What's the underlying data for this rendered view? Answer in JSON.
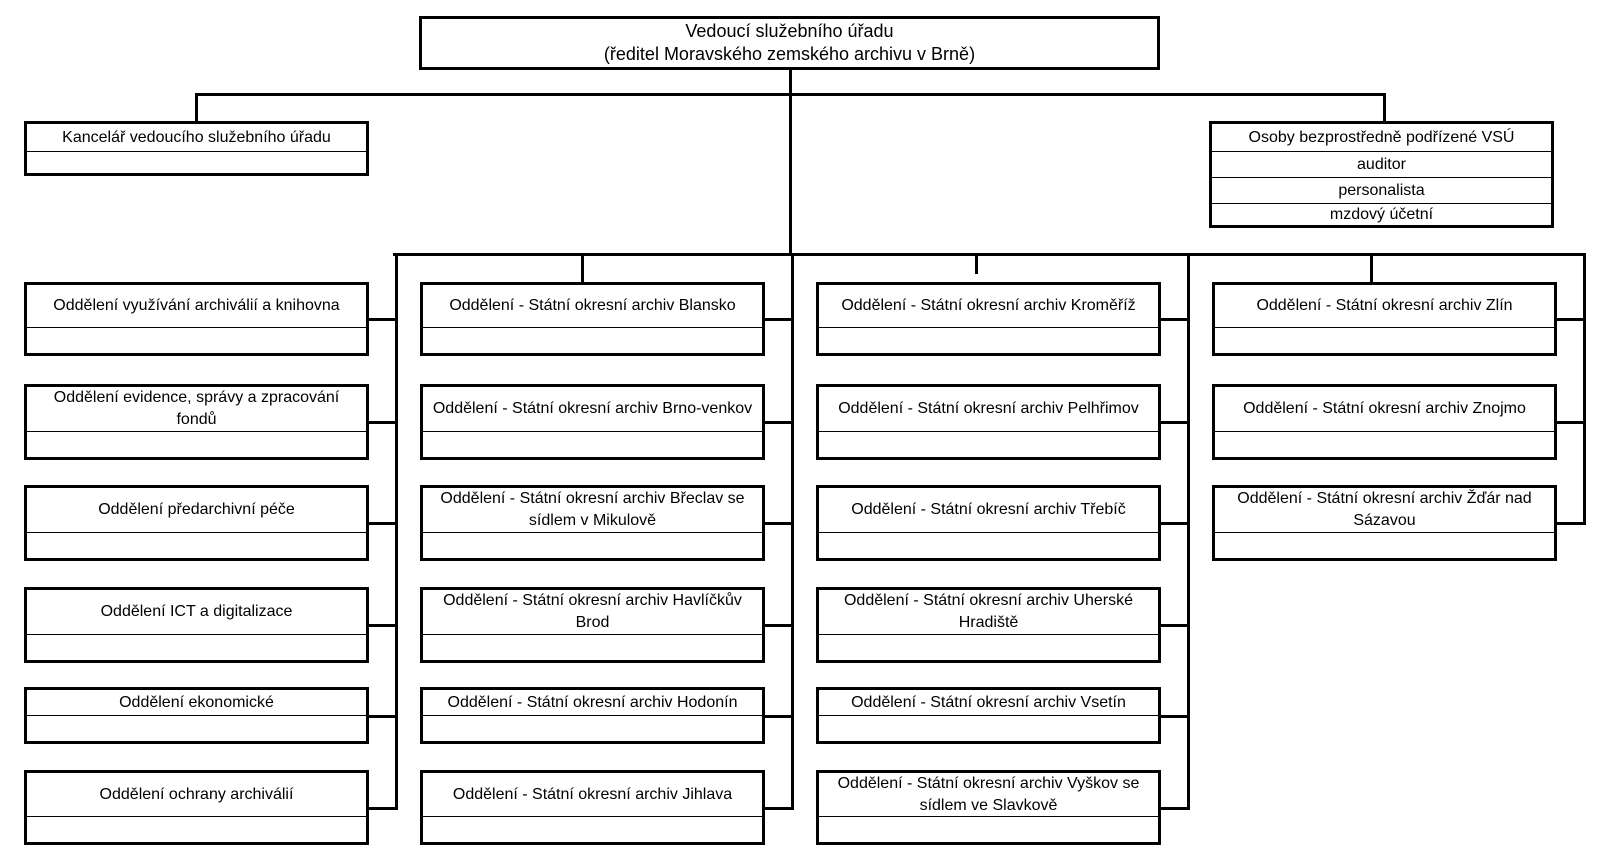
{
  "chart_data": {
    "type": "org-chart",
    "root": {
      "title": "Vedoucí služebního úřadu",
      "subtitle": "(ředitel Moravského zemského archivu v Brně)"
    },
    "office": {
      "title": "Kancelář vedoucího služebního úřadu",
      "rows": [
        ""
      ]
    },
    "direct_reports": {
      "title": "Osoby bezprostředně podřízené VSÚ",
      "rows": [
        "auditor",
        "personalista",
        "mzdový účetní"
      ]
    },
    "columns": [
      {
        "departments": [
          "Oddělení využívání archiválií a knihovna",
          "Oddělení evidence, správy a zpracování fondů",
          "Oddělení předarchivní péče",
          "Oddělení ICT a digitalizace",
          "Oddělení ekonomické",
          "Oddělení ochrany archiválií"
        ]
      },
      {
        "departments": [
          "Oddělení - Státní okresní archiv Blansko",
          "Oddělení - Státní okresní archiv Brno-venkov",
          "Oddělení - Státní okresní archiv Břeclav se sídlem v Mikulově",
          "Oddělení - Státní okresní archiv Havlíčkův Brod",
          "Oddělení - Státní okresní archiv Hodonín",
          "Oddělení - Státní okresní archiv Jihlava"
        ]
      },
      {
        "departments": [
          "Oddělení - Státní okresní archiv Kroměříž",
          "Oddělení - Státní okresní archiv Pelhřimov",
          "Oddělení - Státní okresní archiv Třebíč",
          "Oddělení - Státní okresní archiv Uherské Hradiště",
          "Oddělení - Státní okresní archiv Vsetín",
          "Oddělení - Státní okresní archiv Vyškov se sídlem ve Slavkově"
        ]
      },
      {
        "departments": [
          "Oddělení - Státní okresní archiv Zlín",
          "Oddělení - Státní okresní archiv Znojmo",
          "Oddělení - Státní okresní archiv Žďár nad Sázavou"
        ]
      }
    ]
  }
}
